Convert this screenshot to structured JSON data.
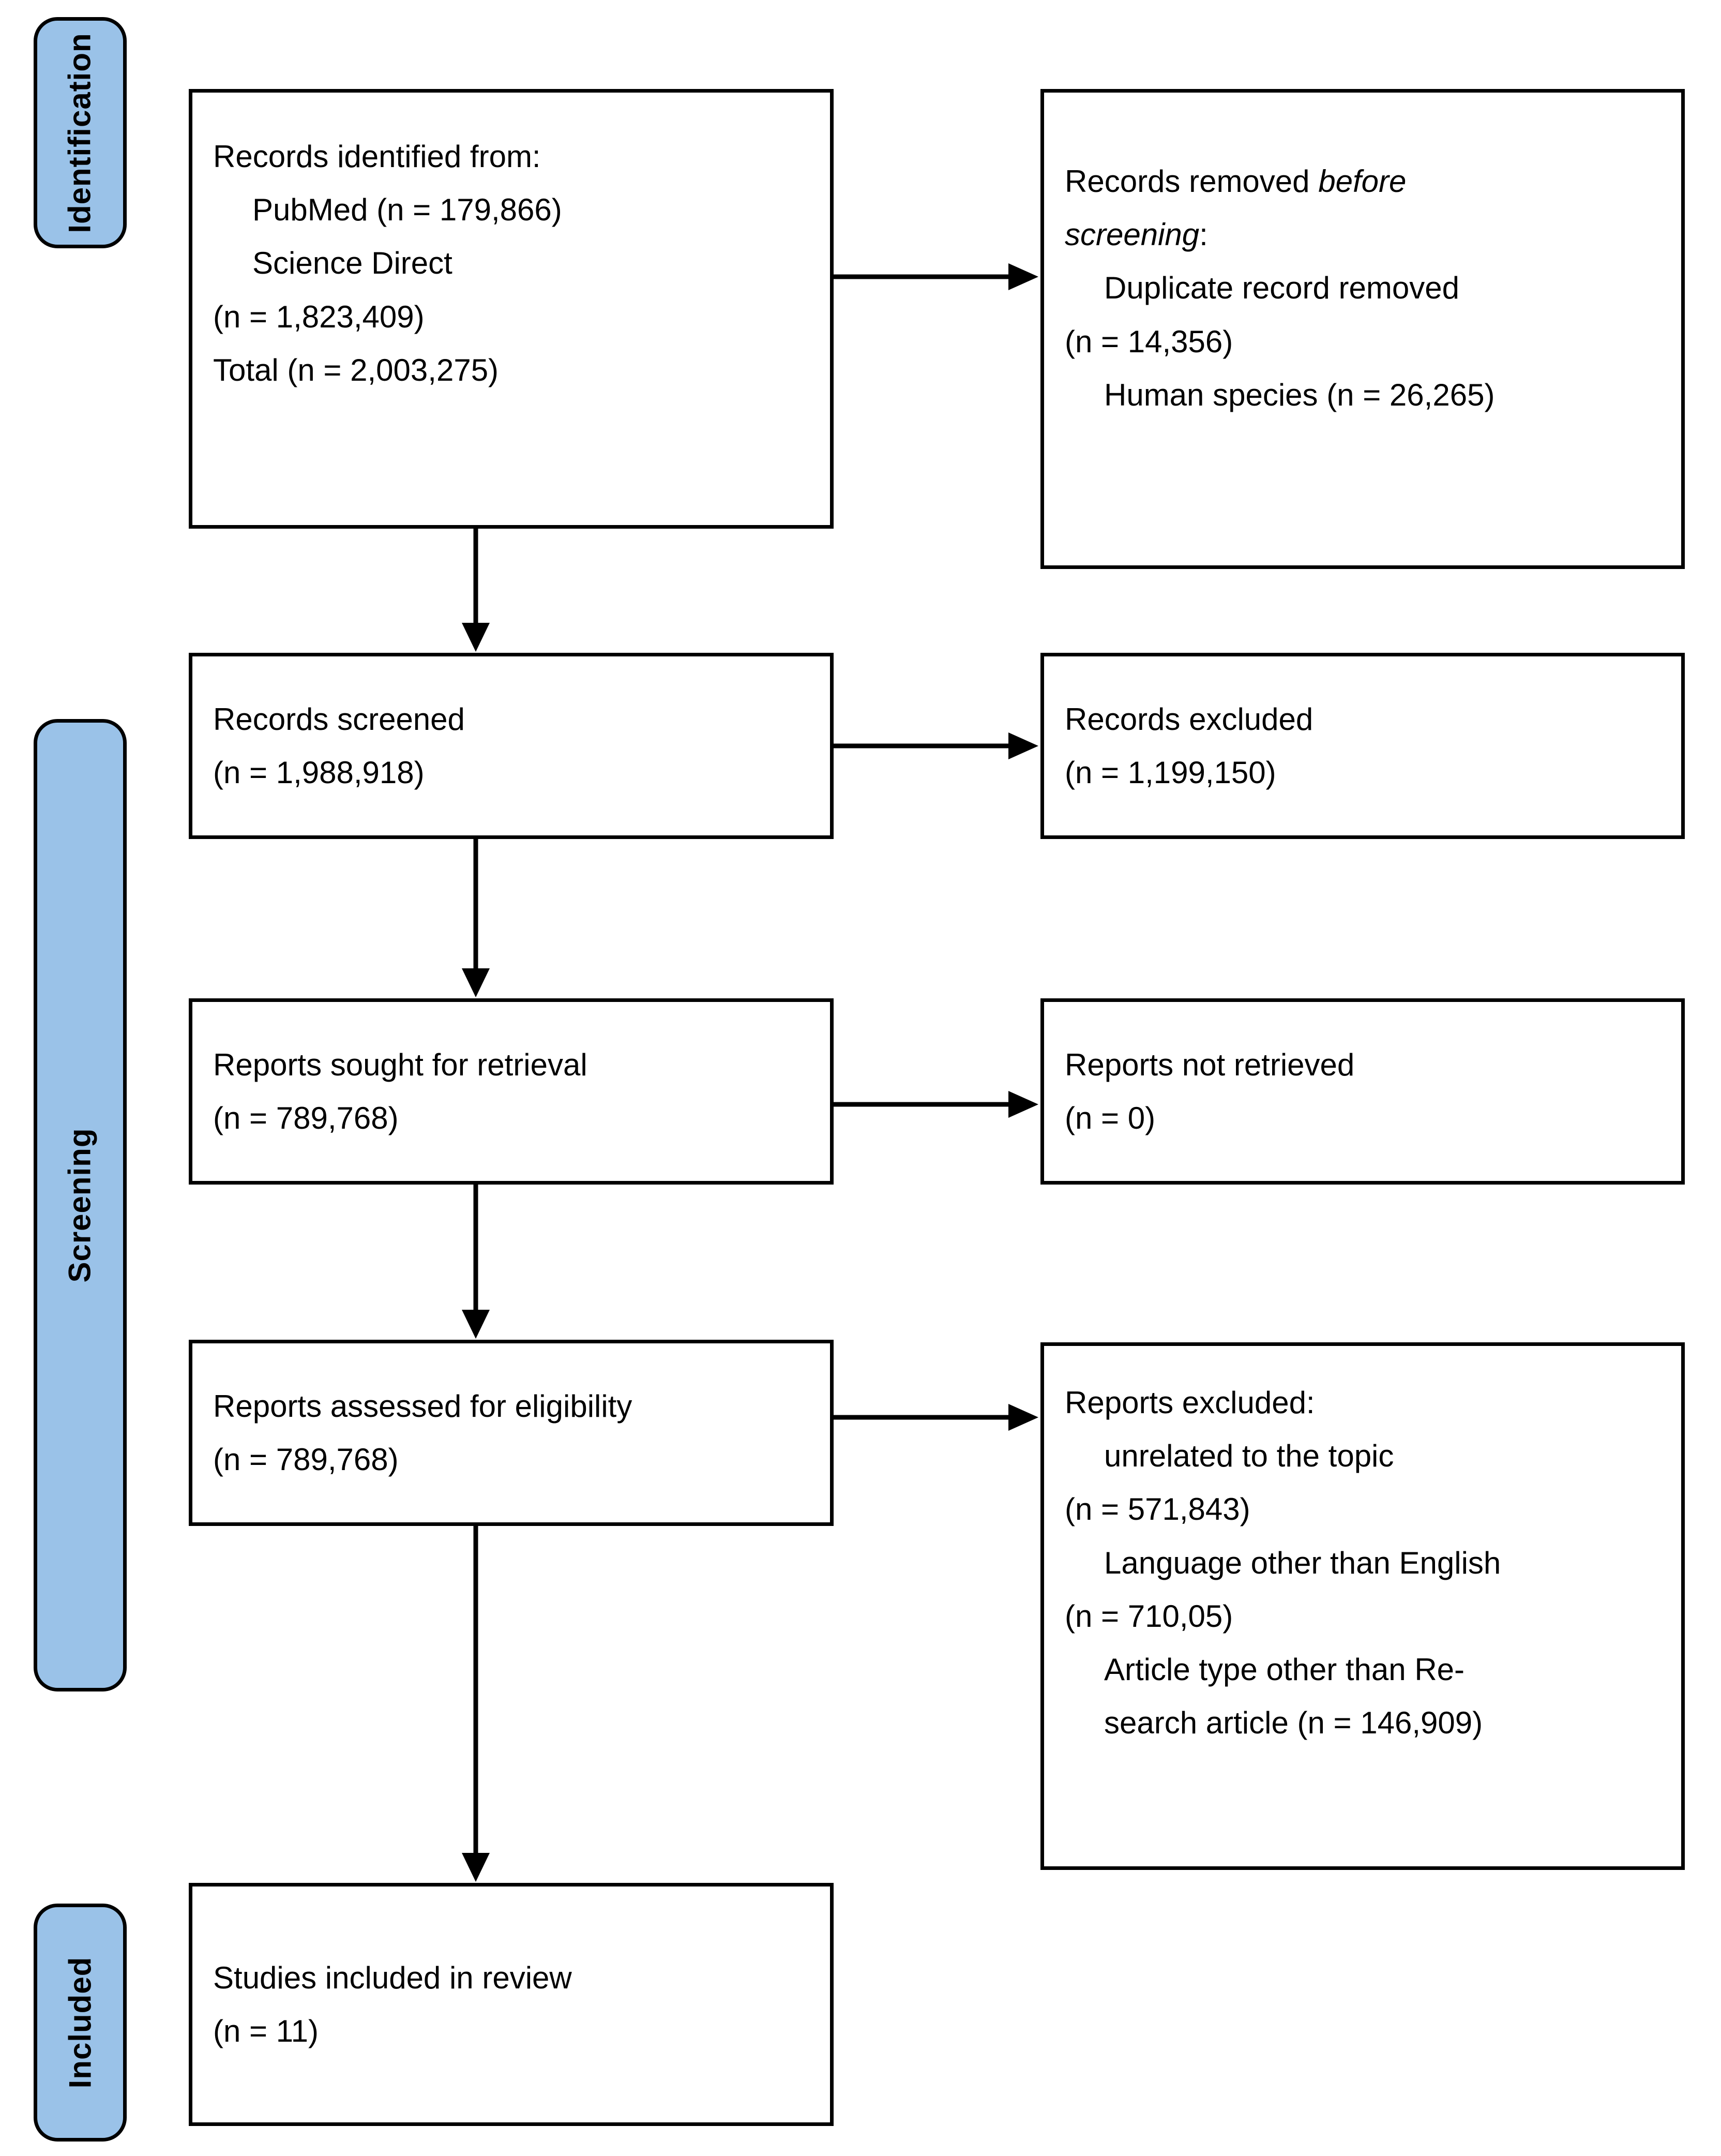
{
  "diagram": {
    "title": "PRISMA flow diagram",
    "accent_color": "#9ac2e8",
    "line_color": "#000000",
    "background_color": "#ffffff"
  },
  "phases": [
    {
      "id": "identification",
      "label": "Identification"
    },
    {
      "id": "screening",
      "label": "Screening"
    },
    {
      "id": "included",
      "label": "Included"
    }
  ],
  "boxes": {
    "records_identified": {
      "lines": [
        "Records identified from:",
        "PubMed (n = 179,866)",
        "Science Direct",
        "(n = 1,823,409)",
        "Total (n = 2,003,275)"
      ]
    },
    "records_removed": {
      "lead_a": "Records removed ",
      "lead_b": "before",
      "lead_c": "screening",
      "lead_d": ":",
      "lines": [
        "Duplicate record removed",
        "(n = 14,356)",
        "Human species (n = 26,265)"
      ]
    },
    "records_screened": {
      "lines": [
        "Records screened",
        "(n = 1,988,918)"
      ]
    },
    "records_excluded": {
      "lines": [
        "Records excluded",
        "(n = 1,199,150)"
      ]
    },
    "reports_sought": {
      "lines": [
        "Reports sought for retrieval",
        "(n = 789,768)"
      ]
    },
    "reports_not_retrieved": {
      "lines": [
        "Reports not retrieved",
        "(n = 0)"
      ]
    },
    "reports_assessed": {
      "lines": [
        "Reports assessed for eligibility",
        "(n = 789,768)"
      ]
    },
    "reports_excluded": {
      "heading": "Reports excluded:",
      "lines": [
        "unrelated to the topic",
        "(n = 571,843)",
        "Language other than English",
        "(n = 710,05)",
        "Article type other than Re-",
        "search article (n = 146,909)"
      ]
    },
    "studies_included": {
      "lines": [
        "Studies included in review",
        "(n = 11)"
      ]
    }
  }
}
